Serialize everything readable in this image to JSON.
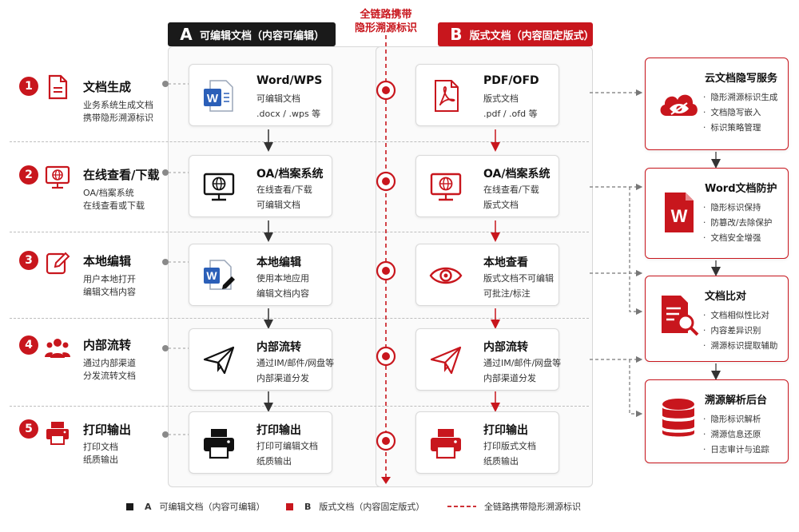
{
  "header": {
    "col_a": {
      "letter": "A",
      "label": "可编辑文档（内容可编辑）"
    },
    "col_b": {
      "letter": "B",
      "label": "版式文档（内容固定版式）"
    },
    "trace_line1": "全链路携带",
    "trace_line2": "隐形溯源标识"
  },
  "steps": [
    {
      "num": "1",
      "title": "文档生成",
      "desc": [
        "业务系统生成文档",
        "携带隐形溯源标识"
      ],
      "a": {
        "title": "Word/WPS",
        "lines": [
          "可编辑文档",
          ".docx / .wps 等"
        ]
      },
      "b": {
        "title": "PDF/OFD",
        "lines": [
          "版式文档",
          ".pdf / .ofd 等"
        ]
      }
    },
    {
      "num": "2",
      "title": "在线查看/下载",
      "desc": [
        "OA/档案系统",
        "在线查看或下载"
      ],
      "a": {
        "title": "OA/档案系统",
        "lines": [
          "在线查看/下载",
          "可编辑文档"
        ]
      },
      "b": {
        "title": "OA/档案系统",
        "lines": [
          "在线查看/下载",
          "版式文档"
        ]
      }
    },
    {
      "num": "3",
      "title": "本地编辑",
      "desc": [
        "用户本地打开",
        "编辑文档内容"
      ],
      "a": {
        "title": "本地编辑",
        "lines": [
          "使用本地应用",
          "编辑文档内容"
        ]
      },
      "b": {
        "title": "本地查看",
        "lines": [
          "版式文档不可编辑",
          "可批注/标注"
        ]
      }
    },
    {
      "num": "4",
      "title": "内部流转",
      "desc": [
        "通过内部渠道",
        "分发流转文档"
      ],
      "a": {
        "title": "内部流转",
        "lines": [
          "通过IM/邮件/网盘等",
          "内部渠道分发"
        ]
      },
      "b": {
        "title": "内部流转",
        "lines": [
          "通过IM/邮件/网盘等",
          "内部渠道分发"
        ]
      }
    },
    {
      "num": "5",
      "title": "打印输出",
      "desc": [
        "打印文档",
        "纸质输出"
      ],
      "a": {
        "title": "打印输出",
        "lines": [
          "打印可编辑文档",
          "纸质输出"
        ]
      },
      "b": {
        "title": "打印输出",
        "lines": [
          "打印版式文档",
          "纸质输出"
        ]
      }
    }
  ],
  "services": [
    {
      "title": "云文档隐写服务",
      "items": [
        "隐形溯源标识生成",
        "文档隐写嵌入",
        "标识策略管理"
      ]
    },
    {
      "title": "Word文档防护",
      "items": [
        "隐形标识保持",
        "防篡改/去除保护",
        "文档安全增强"
      ]
    },
    {
      "title": "文档比对",
      "items": [
        "文档相似性比对",
        "内容差异识别",
        "溯源标识提取辅助"
      ]
    },
    {
      "title": "溯源解析后台",
      "items": [
        "隐形标识解析",
        "溯源信息还原",
        "日志审计与追踪"
      ]
    }
  ],
  "legend": {
    "a_letter": "A",
    "a_label": "可编辑文档（内容可编辑）",
    "b_letter": "B",
    "b_label": "版式文档（内容固定版式）",
    "trace_label": "全链路携带隐形溯源标识"
  },
  "colors": {
    "red": "#c8161d",
    "dark": "#1a1a1a",
    "grey": "#8a8a8a"
  },
  "icons": {
    "steps": [
      "document-icon",
      "monitor-globe-icon",
      "edit-icon",
      "people-icon",
      "printer-icon"
    ],
    "a_cards": [
      "word-file-icon",
      "monitor-globe-icon",
      "word-edit-icon",
      "paper-plane-icon",
      "printer-icon"
    ],
    "b_cards": [
      "pdf-file-icon",
      "monitor-globe-icon",
      "eye-icon",
      "paper-plane-icon",
      "printer-icon"
    ],
    "services": [
      "cloud-eye-icon",
      "word-shield-icon",
      "document-search-icon",
      "database-icon"
    ]
  }
}
